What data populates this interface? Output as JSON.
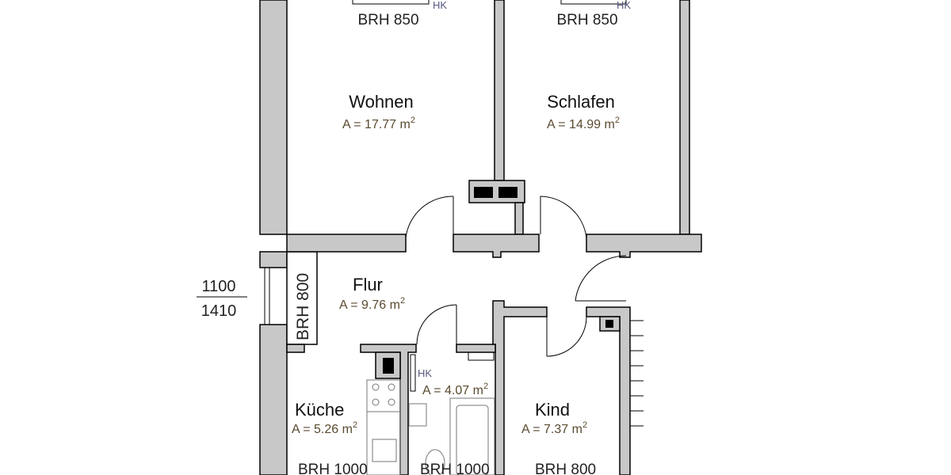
{
  "rooms": [
    {
      "name": "Wohnen",
      "area": "A = 17.77 m",
      "sup": "2"
    },
    {
      "name": "Schlafen",
      "area": "A = 14.99 m",
      "sup": "2"
    },
    {
      "name": "Flur",
      "area": "A = 9.76 m",
      "sup": "2"
    },
    {
      "name": "Küche",
      "area": "A = 5.26 m",
      "sup": "2"
    },
    {
      "name": "",
      "area": "A = 4.07 m",
      "sup": "2"
    },
    {
      "name": "Kind",
      "area": "A = 7.37 m",
      "sup": "2"
    }
  ],
  "labels": {
    "brh_wohnen": "BRH 850",
    "brh_schlafen": "BRH 850",
    "brh_flur": "BRH 800",
    "brh_kueche": "BRH 1000",
    "brh_bad": "BRH 1000",
    "brh_kind": "BRH 800",
    "hk": "HK",
    "dim_top": "1100",
    "dim_bottom": "1410"
  },
  "colors": {
    "wall": "#c8c8c8",
    "line": "#000000"
  }
}
